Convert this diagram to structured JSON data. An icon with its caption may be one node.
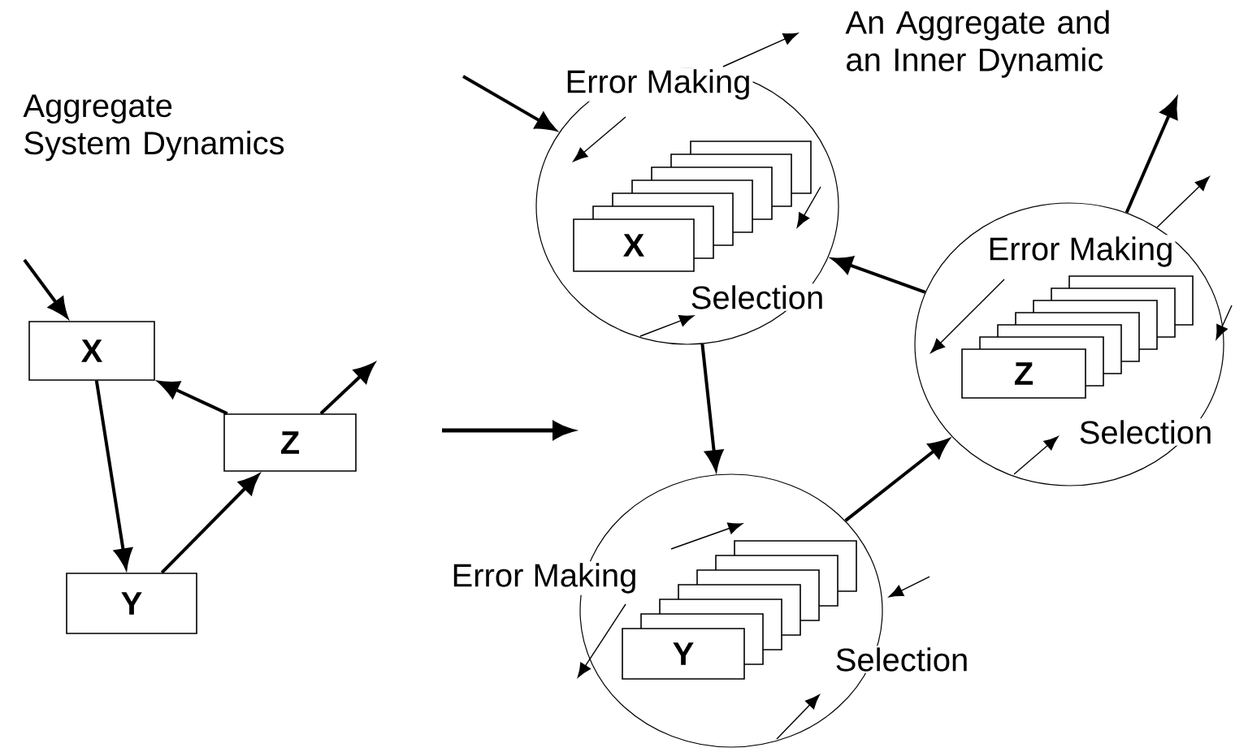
{
  "diagram": {
    "nodes": [
      {
        "text": [
          "X"
        ]
      },
      {
        "text": [
          "Z"
        ]
      },
      {
        "text": [
          "Y"
        ]
      },
      {
        "text": [],
        "shape": "circle"
      },
      {
        "text": [
          "X"
        ],
        "in": 3
      },
      {
        "text": [],
        "shape": "circle"
      },
      {
        "text": [
          "Z"
        ],
        "in": 5
      },
      {
        "text": [],
        "shape": "circle"
      },
      {
        "text": [
          "Y"
        ],
        "in": 7
      }
    ],
    "edges": [
      {
        "from": null,
        "to": 0,
        "arrow": "to"
      },
      {
        "from": 0,
        "to": 2,
        "arrow": "to"
      },
      {
        "from": 2,
        "to": 1,
        "arrow": "to"
      },
      {
        "from": 1,
        "to": 0,
        "arrow": "to"
      },
      {
        "from": 1,
        "to": null,
        "arrow": "to"
      },
      {
        "from": null,
        "to": 3,
        "arrow": "to"
      },
      {
        "from": 3,
        "to": 7,
        "arrow": "to"
      },
      {
        "from": 7,
        "to": 5,
        "arrow": "to"
      },
      {
        "from": 5,
        "to": 3,
        "arrow": "to"
      },
      {
        "from": 5,
        "to": null,
        "arrow": "to"
      }
    ],
    "labels": [
      "Aggregate System Dynamics",
      "An Aggregate and an Inner Dynamic",
      "Error Making",
      "Selection",
      "Error Making",
      "Selection",
      "Error Making",
      "Selection"
    ]
  }
}
